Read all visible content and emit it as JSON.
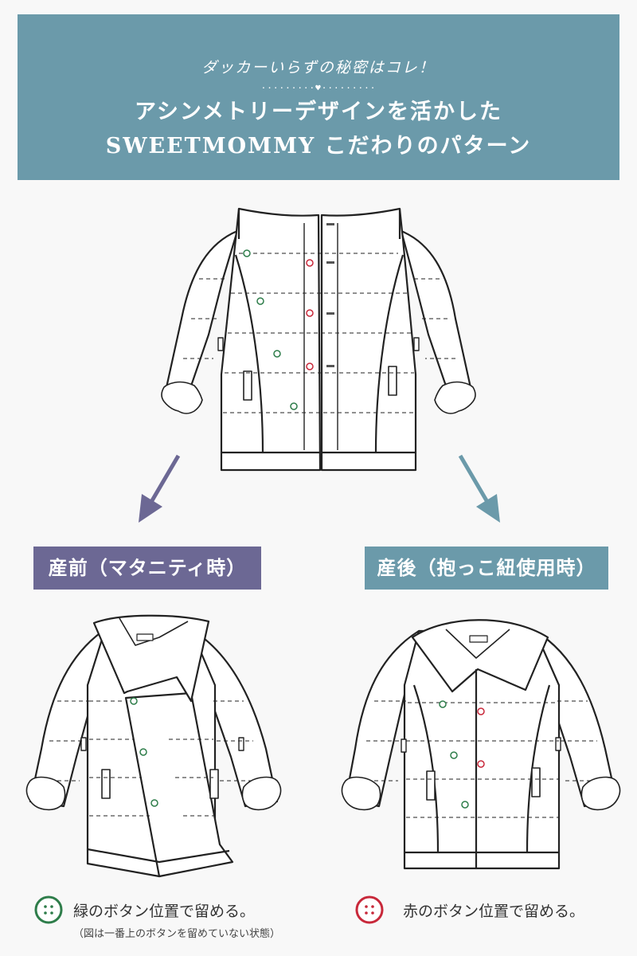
{
  "banner": {
    "tagline": "ダッカーいらずの秘密はコレ！",
    "dots": "·········♥·········",
    "headline_line1": "アシンメトリーデザインを活かした",
    "headline_line2": "SWEETMOMMY こだわりのパターン"
  },
  "labels": {
    "before": "産前（マタニティ時）",
    "after": "産後（抱っこ紐使用時）"
  },
  "legend": {
    "green_text": "緑のボタン位置で留める。",
    "green_note": "（図は一番上のボタンを留めていない状態）",
    "red_text": "赤のボタン位置で留める。"
  },
  "colors": {
    "banner": "#6b9aaa",
    "before_label": "#6c6894",
    "after_label": "#6b9aaa",
    "arrow_left": "#6c6894",
    "arrow_right": "#6b9aaa",
    "button_green": "#2e7d4a",
    "button_red": "#c8283a",
    "outline": "#222222"
  }
}
